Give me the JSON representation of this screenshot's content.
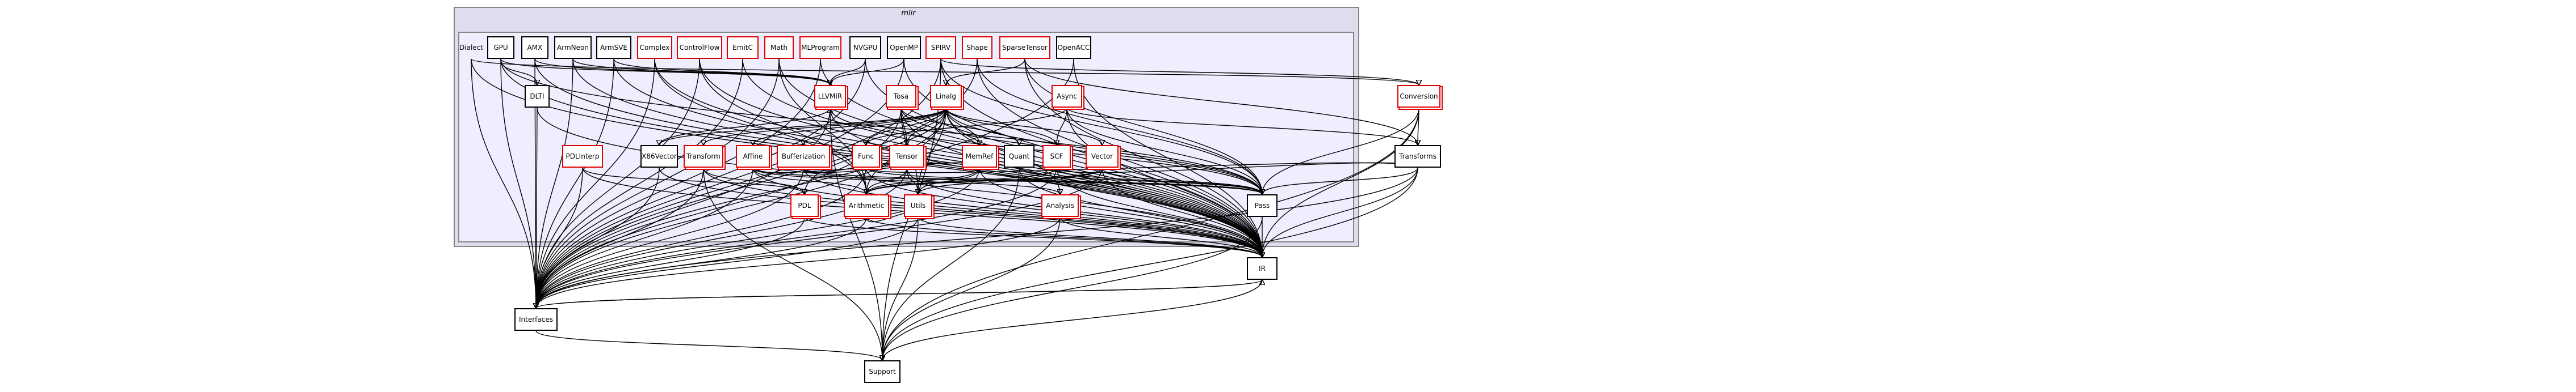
{
  "cluster": {
    "title": "mlir"
  },
  "nodes": {
    "dialect": "Dialect",
    "gpu": "GPU",
    "amx": "AMX",
    "armneon": "ArmNeon",
    "armsve": "ArmSVE",
    "complex": "Complex",
    "controlflow": "ControlFlow",
    "emitc": "EmitC",
    "math": "Math",
    "mlprogram": "MLProgram",
    "nvgpu": "NVGPU",
    "openmp": "OpenMP",
    "spirv": "SPIRV",
    "shape": "Shape",
    "sparsetensor": "SparseTensor",
    "openacc": "OpenACC",
    "dlti": "DLTI",
    "llvmir": "LLVMIR",
    "tosa": "Tosa",
    "linalg": "Linalg",
    "async": "Async",
    "conversion": "Conversion",
    "pdlinterp": "PDLInterp",
    "x86vector": "X86Vector",
    "transform": "Transform",
    "affine": "Affine",
    "bufferization": "Bufferization",
    "func": "Func",
    "tensor": "Tensor",
    "memref": "MemRef",
    "quant": "Quant",
    "scf": "SCF",
    "vector": "Vector",
    "transforms": "Transforms",
    "pdl": "PDL",
    "arithmetic": "Arithmetic",
    "utils": "Utils",
    "analysis": "Analysis",
    "pass": "Pass",
    "ir": "IR",
    "interfaces": "Interfaces",
    "support": "Support"
  },
  "colors": {
    "cluster_outer_fill": "#ddddee",
    "cluster_inner_fill": "#eeeeff",
    "cluster_border": "#868686",
    "node_border_default": "#000000",
    "node_border_with_subdirs": "#e00000"
  }
}
